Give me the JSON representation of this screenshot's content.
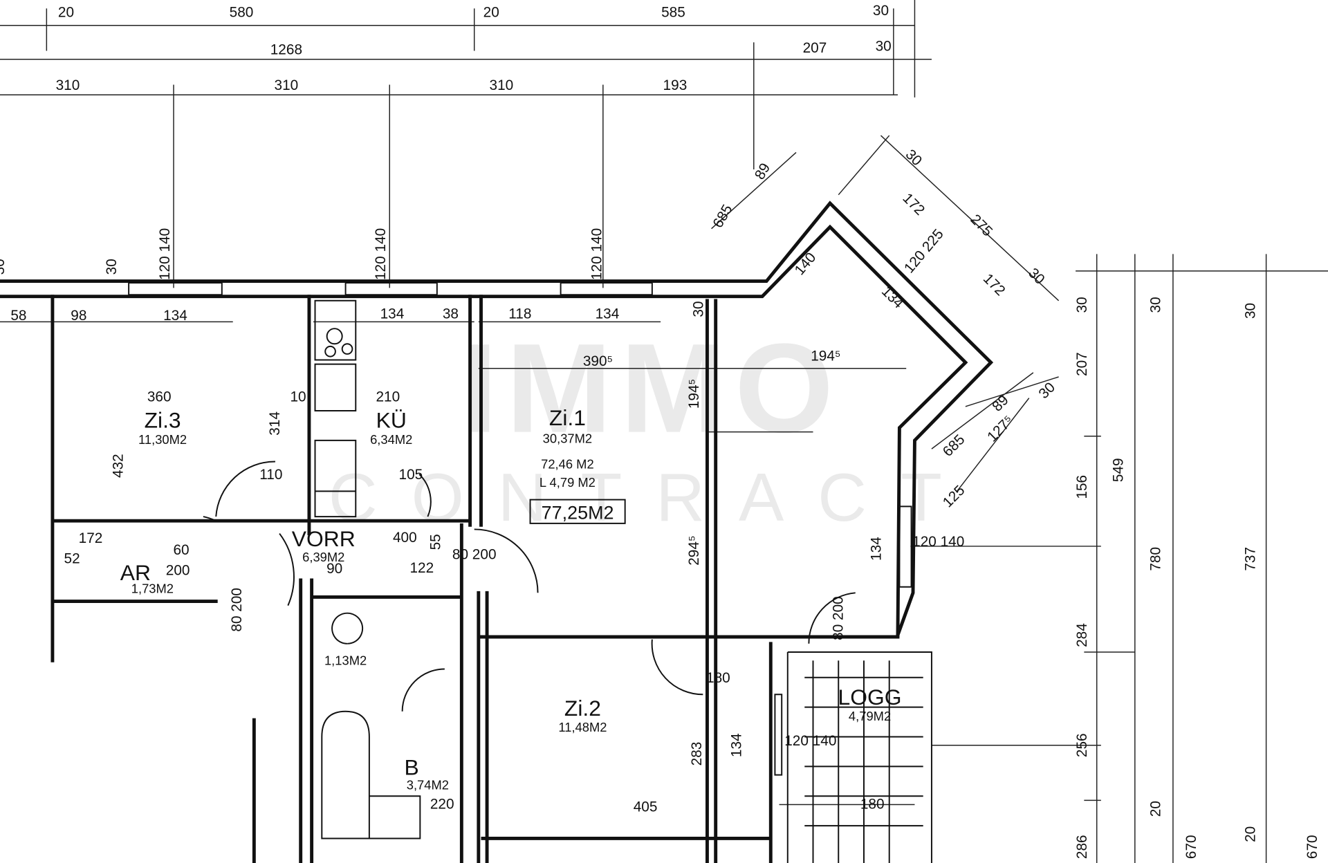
{
  "watermark": {
    "line1": "IMMO",
    "line2": "CONTRACT"
  },
  "rooms": [
    {
      "name": "Zi.1",
      "area": "30,37M2"
    },
    {
      "name": "Zi.2",
      "area": "11,48M2"
    },
    {
      "name": "Zi.3",
      "area": "11,30M2"
    },
    {
      "name": "KÜ",
      "area": "6,34M2"
    },
    {
      "name": "VORR",
      "area": "6,39M2"
    },
    {
      "name": "AR",
      "area": "1,73M2"
    },
    {
      "name": "B",
      "area": "3,74M2"
    },
    {
      "name": "LOGG",
      "area": "4,79M2"
    },
    {
      "name": "",
      "area": "1,13M2"
    }
  ],
  "totals": {
    "living": "72,46 M2",
    "loggia": "L 4,79 M2",
    "total": "77,25M2"
  },
  "dimensions": [
    "20",
    "580",
    "20",
    "585",
    "30",
    "1268",
    "207",
    "30",
    "310",
    "310",
    "310",
    "193",
    "58",
    "98",
    "134",
    "134",
    "38",
    "118",
    "134",
    "30",
    "120 140",
    "120 140",
    "120 140",
    "30",
    "30",
    "360",
    "432",
    "314",
    "210",
    "10",
    "110",
    "105",
    "390⁵",
    "194⁵",
    "194⁵",
    "294⁵",
    "400",
    "122",
    "90",
    "172",
    "52",
    "60",
    "200",
    "55",
    "80 200",
    "80 200",
    "405",
    "283",
    "134",
    "180",
    "220",
    "120 140",
    "180",
    "120 140",
    "134",
    "80 200",
    "30",
    "207",
    "156",
    "284",
    "256",
    "286",
    "549",
    "780",
    "737",
    "30",
    "30",
    "670",
    "670",
    "20",
    "20",
    "685",
    "89",
    "30",
    "172",
    "275",
    "172",
    "30",
    "140",
    "120 225",
    "134",
    "89",
    "127⁵",
    "30",
    "685",
    "125"
  ]
}
